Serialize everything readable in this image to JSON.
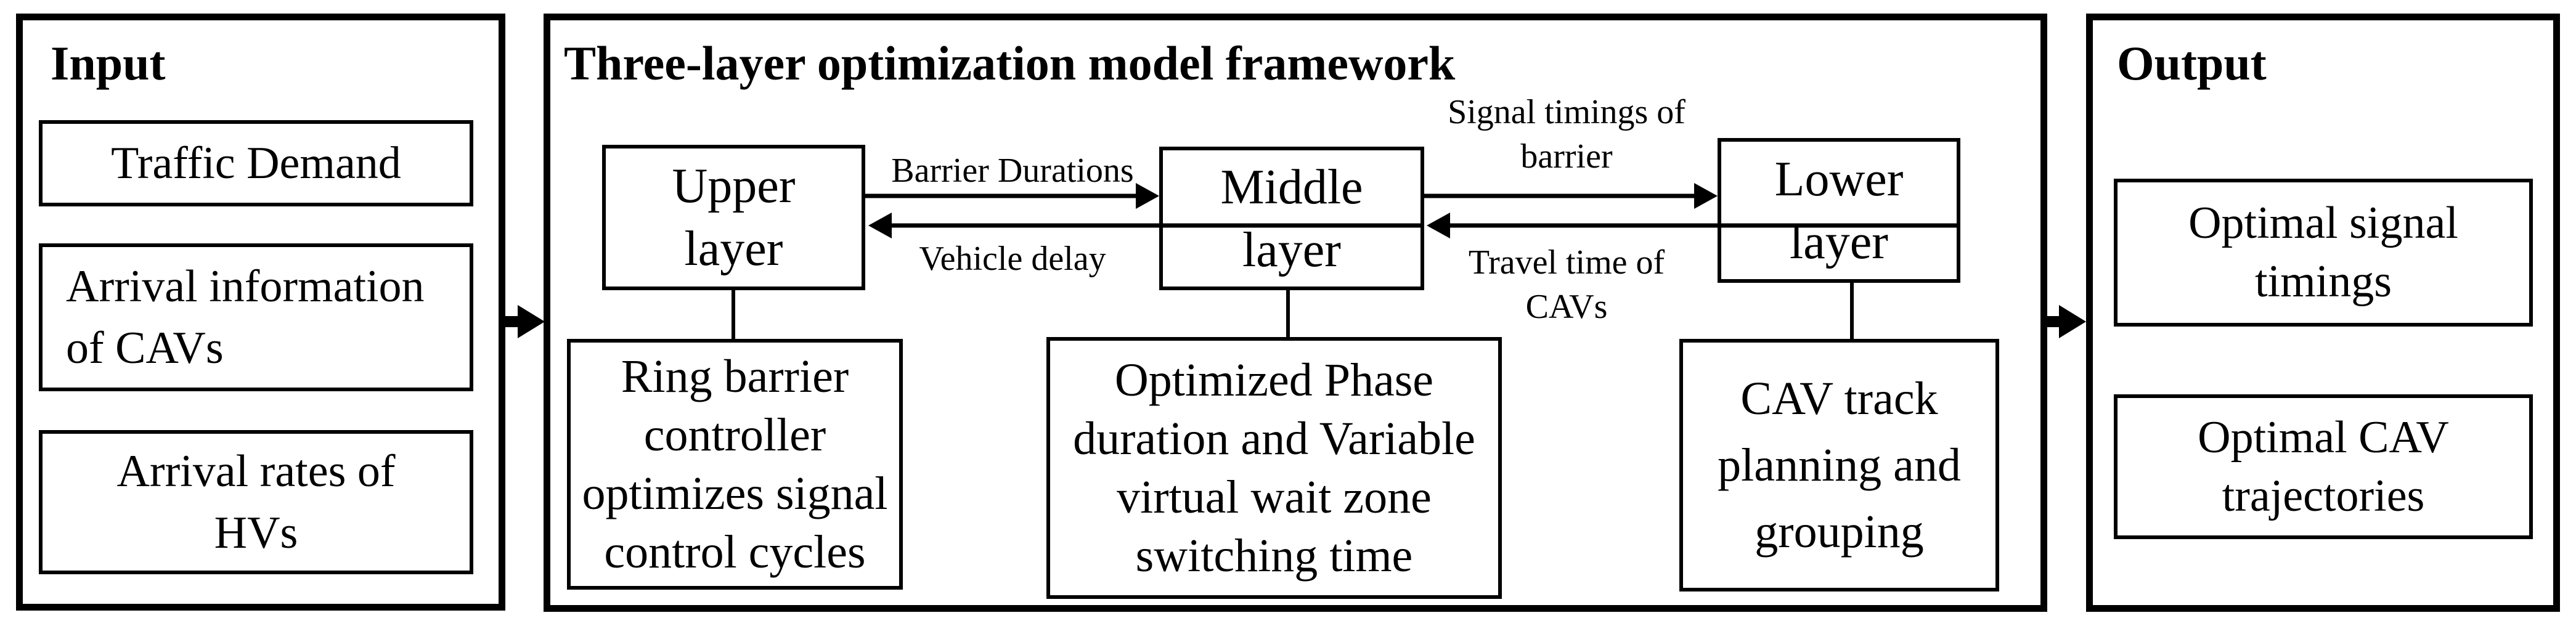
{
  "colors": {
    "ink": "#000000",
    "paper": "#ffffff"
  },
  "input_panel": {
    "title": "Input",
    "items": [
      {
        "label": "Traffic Demand"
      },
      {
        "label": "Arrival information\nof CAVs"
      },
      {
        "label": "Arrival rates of\nHVs"
      }
    ]
  },
  "framework_panel": {
    "title": "Three-layer optimization model framework",
    "layers": [
      {
        "name": "Upper\nlayer",
        "task": "Ring barrier\ncontroller\noptimizes signal\ncontrol cycles"
      },
      {
        "name": "Middle\nlayer",
        "task": "Optimized Phase\nduration and Variable\nvirtual wait zone\nswitching time"
      },
      {
        "name": "Lower\nlayer",
        "task": "CAV track\nplanning and\ngrouping"
      }
    ],
    "flows": {
      "upper_to_middle": "Barrier Durations",
      "middle_to_upper": "Vehicle delay",
      "middle_to_lower": "Signal timings of\nbarrier",
      "lower_to_middle": "Travel time of\nCAVs"
    }
  },
  "output_panel": {
    "title": "Output",
    "items": [
      {
        "label": "Optimal signal\ntimings"
      },
      {
        "label": "Optimal CAV\ntrajectories"
      }
    ]
  }
}
